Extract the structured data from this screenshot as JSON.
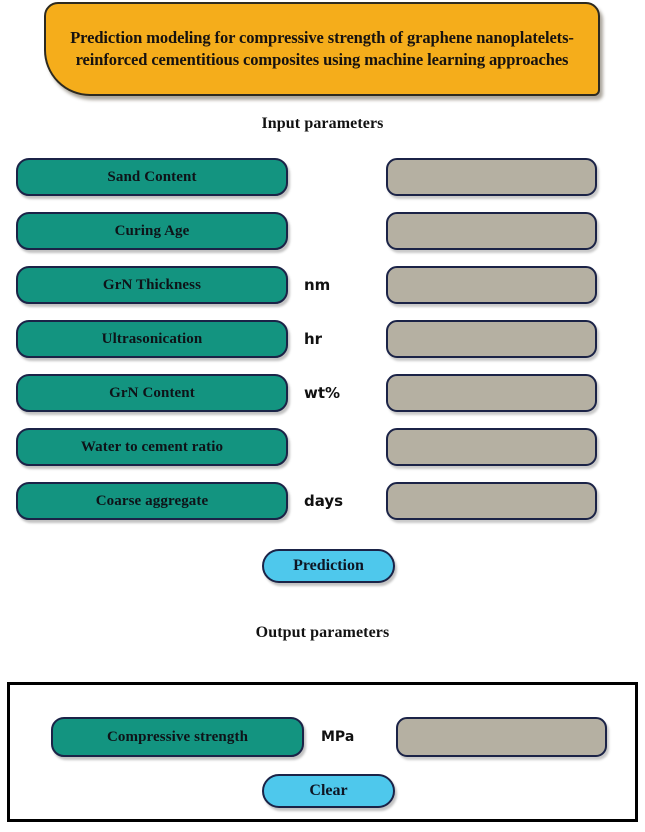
{
  "title": {
    "text": "Prediction modeling for compressive strength of graphene nanoplatelets-reinforced cementitious composites using machine learning approaches"
  },
  "colors": {
    "banner": "#f5ad1b",
    "label_teal": "#139480",
    "field_gray": "#b5b0a2",
    "button_cyan": "#4ec8ec",
    "border_navy": "#1b2347",
    "panel_border": "#000000"
  },
  "input_section": {
    "heading": "Input parameters",
    "rows": [
      {
        "label": "Sand Content",
        "unit": "",
        "value": ""
      },
      {
        "label": "Curing Age",
        "unit": "",
        "value": ""
      },
      {
        "label": "GrN Thickness",
        "unit": "nm",
        "value": ""
      },
      {
        "label": "Ultrasonication",
        "unit": "hr",
        "value": ""
      },
      {
        "label": "GrN Content",
        "unit": "wt%",
        "value": ""
      },
      {
        "label": "Water to cement ratio",
        "unit": "",
        "value": ""
      },
      {
        "label": "Coarse aggregate",
        "unit": "days",
        "value": ""
      }
    ]
  },
  "prediction_button": {
    "label": "Prediction"
  },
  "output_section": {
    "heading": "Output parameters",
    "row": {
      "label": "Compressive strength",
      "unit": "MPa",
      "value": ""
    },
    "clear_button": {
      "label": "Clear"
    }
  }
}
